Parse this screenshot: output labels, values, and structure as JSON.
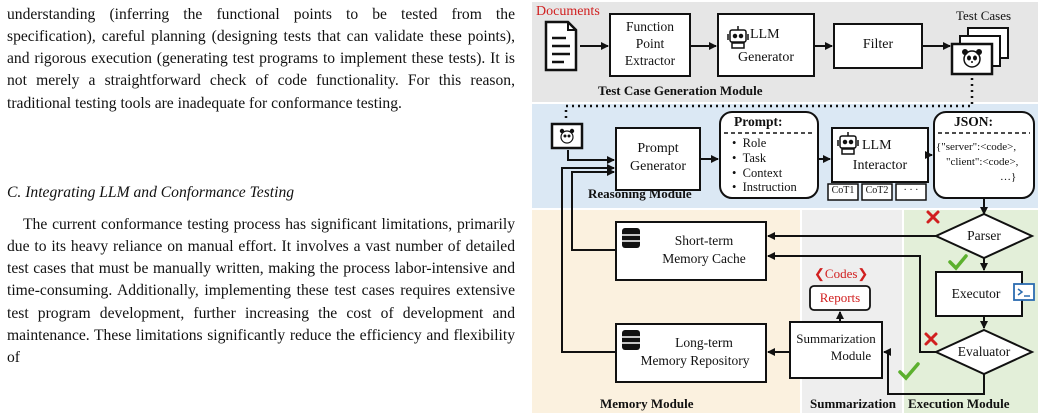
{
  "text": {
    "para1": "understanding (inferring the functional points to be tested from the specification), careful planning (designing tests that can validate these points), and rigorous execution (generating test programs to implement these tests). It is not merely a straightforward check of code functionality. For this reason, traditional testing tools are inadequate for conformance testing.",
    "heading": "C. Integrating LLM and Conformance Testing",
    "para2": "The current conformance testing process has significant limitations, primarily due to its heavy reliance on manual effort. It involves a vast number of detailed test cases that must be manually written, making the process labor-intensive and time-consuming. Additionally, implementing these test cases requires extensive test program development, further increasing the cost of development and maintenance. These limitations significantly reduce the efficiency and flexibility of"
  },
  "figure": {
    "documents": "Documents",
    "function_point_extractor": [
      "Function",
      "Point",
      "Extractor"
    ],
    "llm_generator": [
      "LLM",
      "Generator"
    ],
    "filter": "Filter",
    "test_cases": "Test Cases",
    "test_case_generation_module": "Test Case Generation Module",
    "prompt_generator": [
      "Prompt",
      "Generator"
    ],
    "prompt_title": "Prompt",
    "prompt_items": [
      "Role",
      "Task",
      "Context",
      "Instruction"
    ],
    "llm_interactor": [
      "LLM",
      "Interactor"
    ],
    "cot_tags": [
      "CoT1",
      "CoT2",
      "· · ·"
    ],
    "json_title": "JSON",
    "json_lines": [
      "{\"server\":<code>,",
      "\"client\":<code>,",
      "…}"
    ],
    "reasoning_module": "Reasoning Module",
    "short_term": [
      "Short-term",
      "Memory Cache"
    ],
    "long_term": [
      "Long-term",
      "Memory Repository"
    ],
    "codes": "Codes",
    "reports": "Reports",
    "summarization_box": [
      "Summarization",
      "Module"
    ],
    "parser": "Parser",
    "executor": "Executor",
    "evaluator": "Evaluator",
    "memory_module": "Memory Module",
    "summarization": "Summarization",
    "execution_module": "Execution Module",
    "colors": {
      "gray_region": "#e6e6e6",
      "blue_region": "#dbe8f4",
      "yellow_region": "#fbf1df",
      "green_region": "#e3efd9",
      "red_label": "#d11f1f",
      "check_green": "#5cb02e",
      "terminal_blue": "#2b6cb0"
    }
  }
}
